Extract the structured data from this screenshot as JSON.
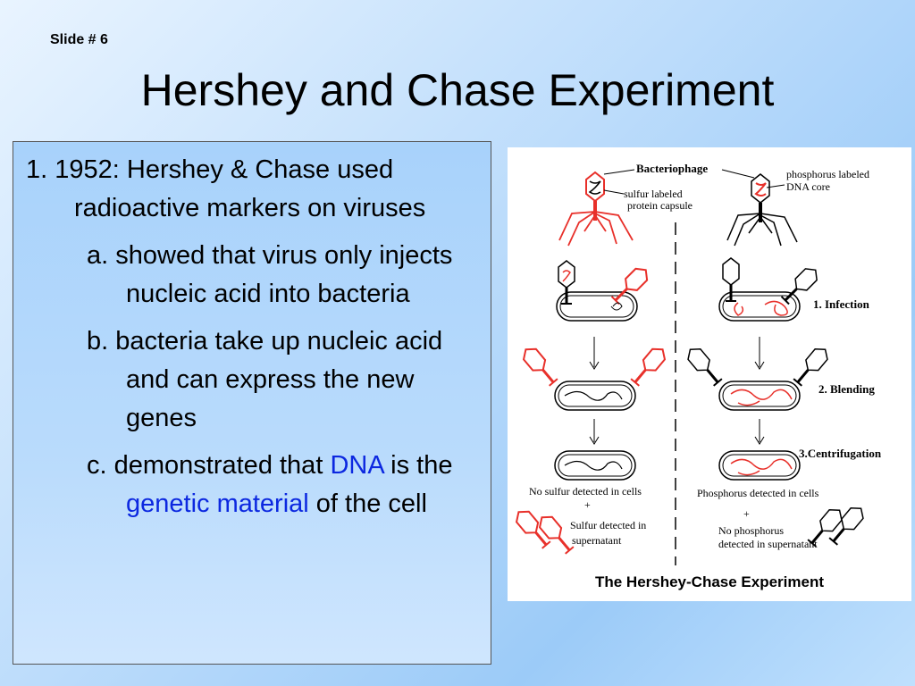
{
  "slide": {
    "number": "Slide # 6",
    "title": "Hershey and Chase Experiment"
  },
  "bullets": {
    "p1": "1. 1952:  Hershey & Chase used radioactive markers on viruses",
    "a": "a. showed that virus only injects nucleic acid into bacteria",
    "b": "b. bacteria take up nucleic acid and can express the new genes",
    "c_prefix": "c. demonstrated that ",
    "c_dna": "DNA",
    "c_mid": " is the ",
    "c_genetic": "genetic material",
    "c_suffix": " of the cell"
  },
  "diagram": {
    "bacteriophage_label": "Bacteriophage",
    "sulfur_label_1": "sulfur labeled",
    "sulfur_label_2": "protein capsule",
    "phosphorus_label_1": "phosphorus labeled",
    "phosphorus_label_2": "DNA core",
    "step1": "1. Infection",
    "step2": "2. Blending",
    "step3": "3.Centrifugation",
    "left_result_1": "No sulfur detected in cells",
    "left_plus": "+",
    "left_result_2": "Sulfur detected in",
    "left_result_3": "supernatant",
    "right_result_1": "Phosphorus detected in cells",
    "right_plus": "+",
    "right_result_2": "No phosphorus",
    "right_result_3": "detected in supernatant",
    "caption": "The Hershey-Chase Experiment"
  },
  "colors": {
    "label_red": "#e8302a",
    "highlight_blue": "#0c28e0"
  }
}
